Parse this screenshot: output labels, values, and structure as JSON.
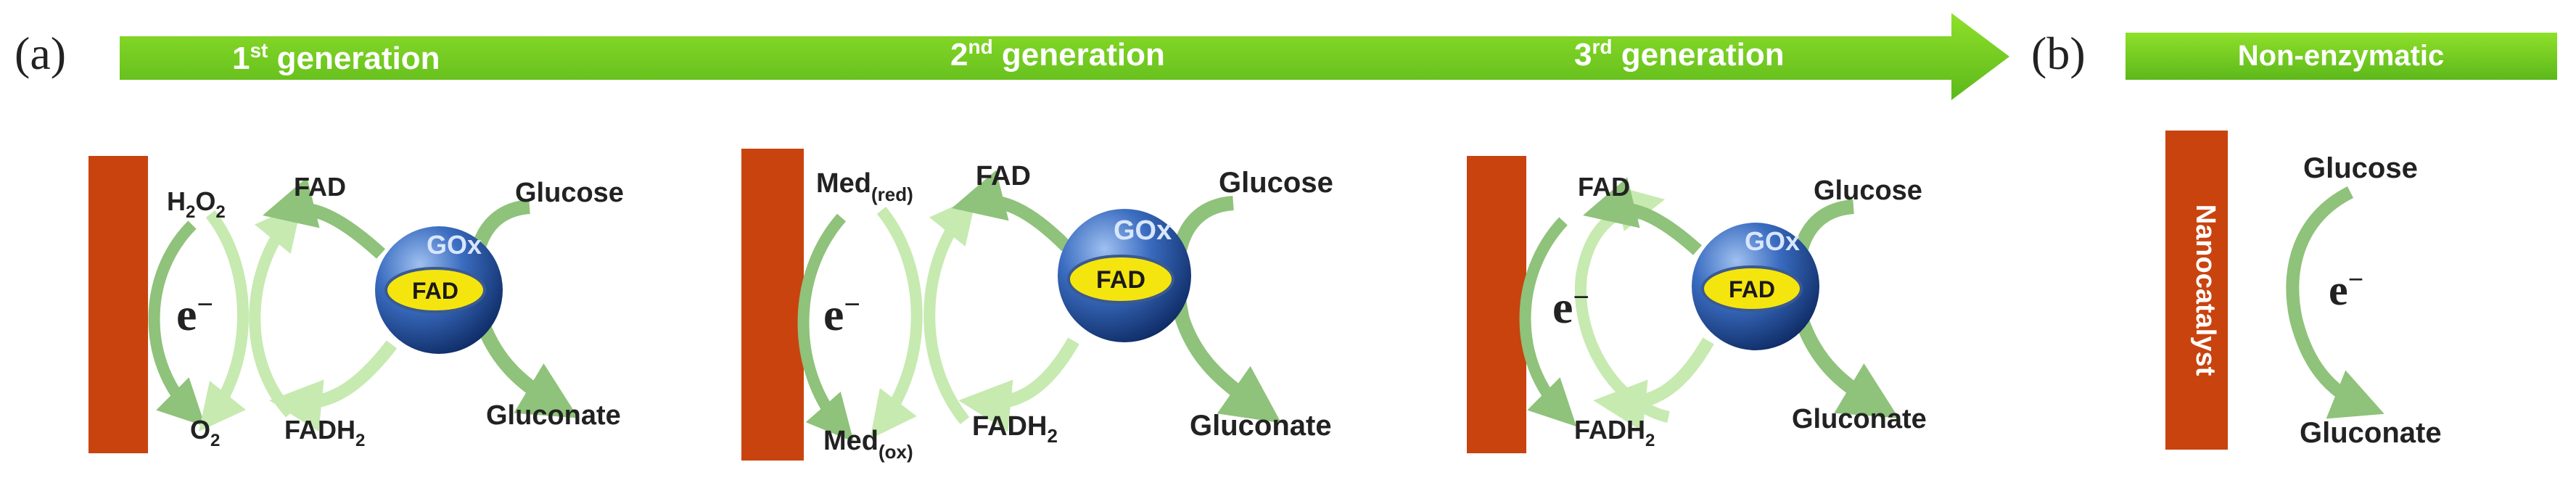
{
  "panel_a": {
    "label": "(a)",
    "arrow_color": "#7ed321",
    "stages": [
      {
        "base": "1",
        "sup": "st",
        "text": " generation"
      },
      {
        "base": "2",
        "sup": "nd",
        "text": " generation"
      },
      {
        "base": "3",
        "sup": "rd",
        "text": " generation"
      }
    ]
  },
  "panel_b": {
    "label": "(b)",
    "banner": "Non-enzymatic"
  },
  "common": {
    "electron": "e",
    "electron_sup": "−",
    "enzyme": "GOx",
    "cofactor": "FAD",
    "fad": "FAD",
    "fadh2_base": "FADH",
    "fadh2_sub": "2",
    "glucose": "Glucose",
    "gluconate": "Gluconate"
  },
  "gen1": {
    "top_base": "H",
    "top_sub1": "2",
    "top_mid": "O",
    "top_sub2": "2",
    "bottom_base": "O",
    "bottom_sub": "2"
  },
  "gen2": {
    "top_base": "Med",
    "top_sub": "(red)",
    "bottom_base": "Med",
    "bottom_sub": "(ox)"
  },
  "nanocatalyst": "Nanocatalyst",
  "colors": {
    "electrode": "#c9430f",
    "arrow_dark": "#8fc27a",
    "arrow_light": "#c6eab0",
    "sphere": "#2c5aa6",
    "fad_fill": "#f5e50f"
  }
}
